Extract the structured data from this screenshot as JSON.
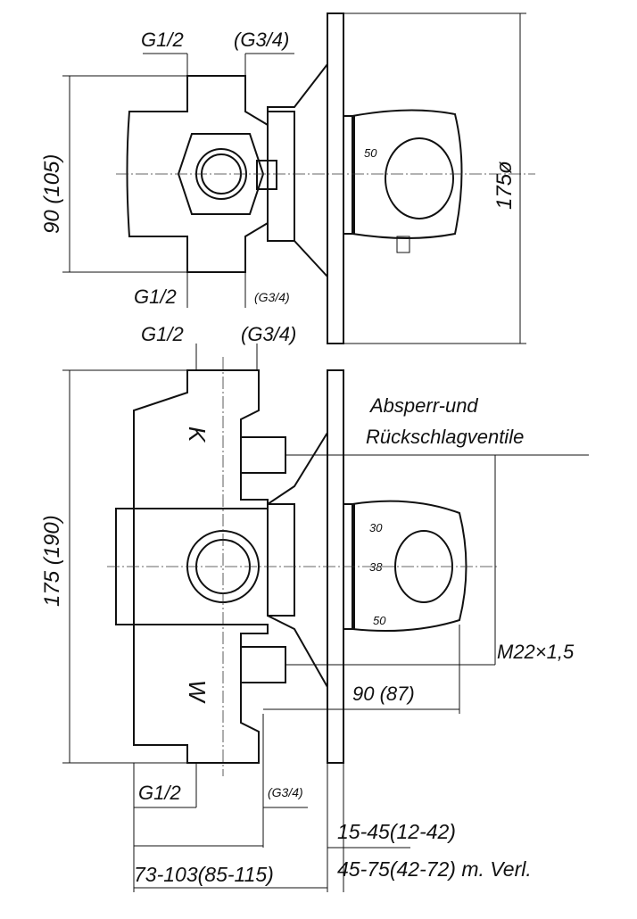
{
  "top_view": {
    "inlet_top_left": "G1/2",
    "inlet_top_right": "(G3/4)",
    "outlet_bottom_left": "G1/2",
    "outlet_bottom_right": "(G3/4)",
    "height_dim": "90 (105)",
    "plate_diameter_dim": "175ø",
    "knob_scale": "50"
  },
  "front_view": {
    "inlet_top_left": "G1/2",
    "inlet_top_right": "(G3/4)",
    "outlet_bottom_left": "G1/2",
    "outlet_bottom_right": "(G3/4)",
    "height_dim": "175 (190)",
    "cold_mark": "K",
    "warm_mark": "W",
    "knob_scale": [
      "30",
      "38",
      "50"
    ],
    "valves_label_line1": "Absperr-und",
    "valves_label_line2": "Rückschlagventile",
    "thread_dim": "M22×1,5",
    "depth_dim": "90 (87)",
    "wall_dim": "15-45(12-42)",
    "wall_dim_ext": "45-75(42-72) m. Verl.",
    "install_depth_dim": "73-103(85-115)"
  }
}
